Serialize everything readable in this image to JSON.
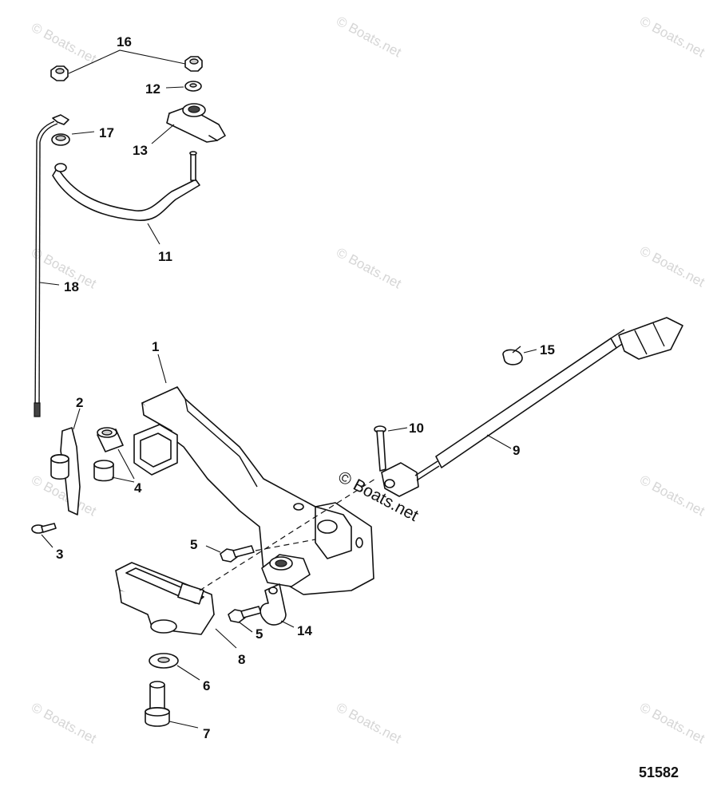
{
  "diagram": {
    "reference_number": "51582",
    "watermark_text": "© Boats.net",
    "center_watermark_text": "© Boats.net",
    "callouts": [
      "1",
      "2",
      "3",
      "4",
      "5",
      "5",
      "6",
      "7",
      "8",
      "9",
      "10",
      "11",
      "12",
      "13",
      "14",
      "15",
      "16",
      "17",
      "18"
    ]
  }
}
